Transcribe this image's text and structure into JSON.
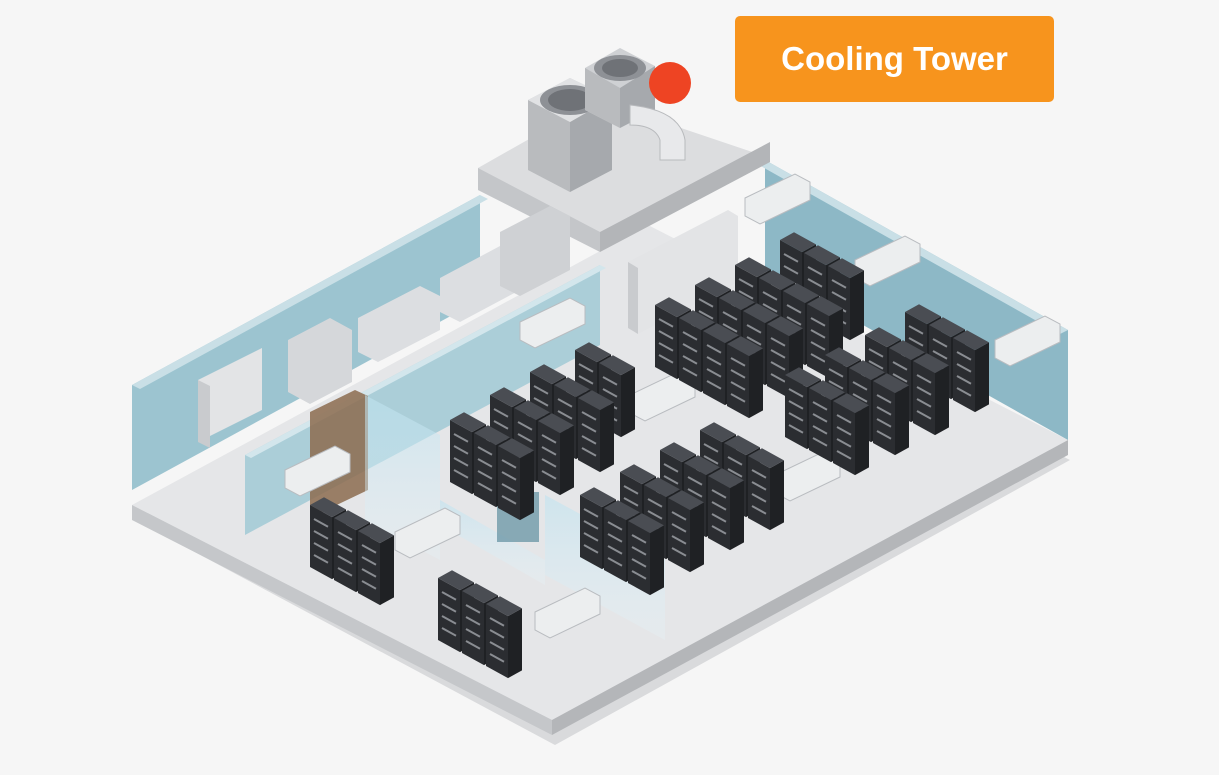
{
  "callout": {
    "label": "Cooling Tower",
    "color": "#f7941d",
    "text_color": "#ffffff"
  },
  "hotspot": {
    "color": "#ee4423"
  },
  "palette": {
    "background": "#f6f6f6",
    "floor": "#e7e8ea",
    "wall": "#9cc4d0",
    "wall_top": "#c9dfe6",
    "rack": "#2b2d31",
    "rack_top": "#4a4d53",
    "equipment": "#d7d9dc"
  },
  "icons": [
    "cooling-tower-unit",
    "server-rack",
    "air-conditioner-unit",
    "electrical-panel",
    "chiller-pump",
    "glass-door"
  ]
}
